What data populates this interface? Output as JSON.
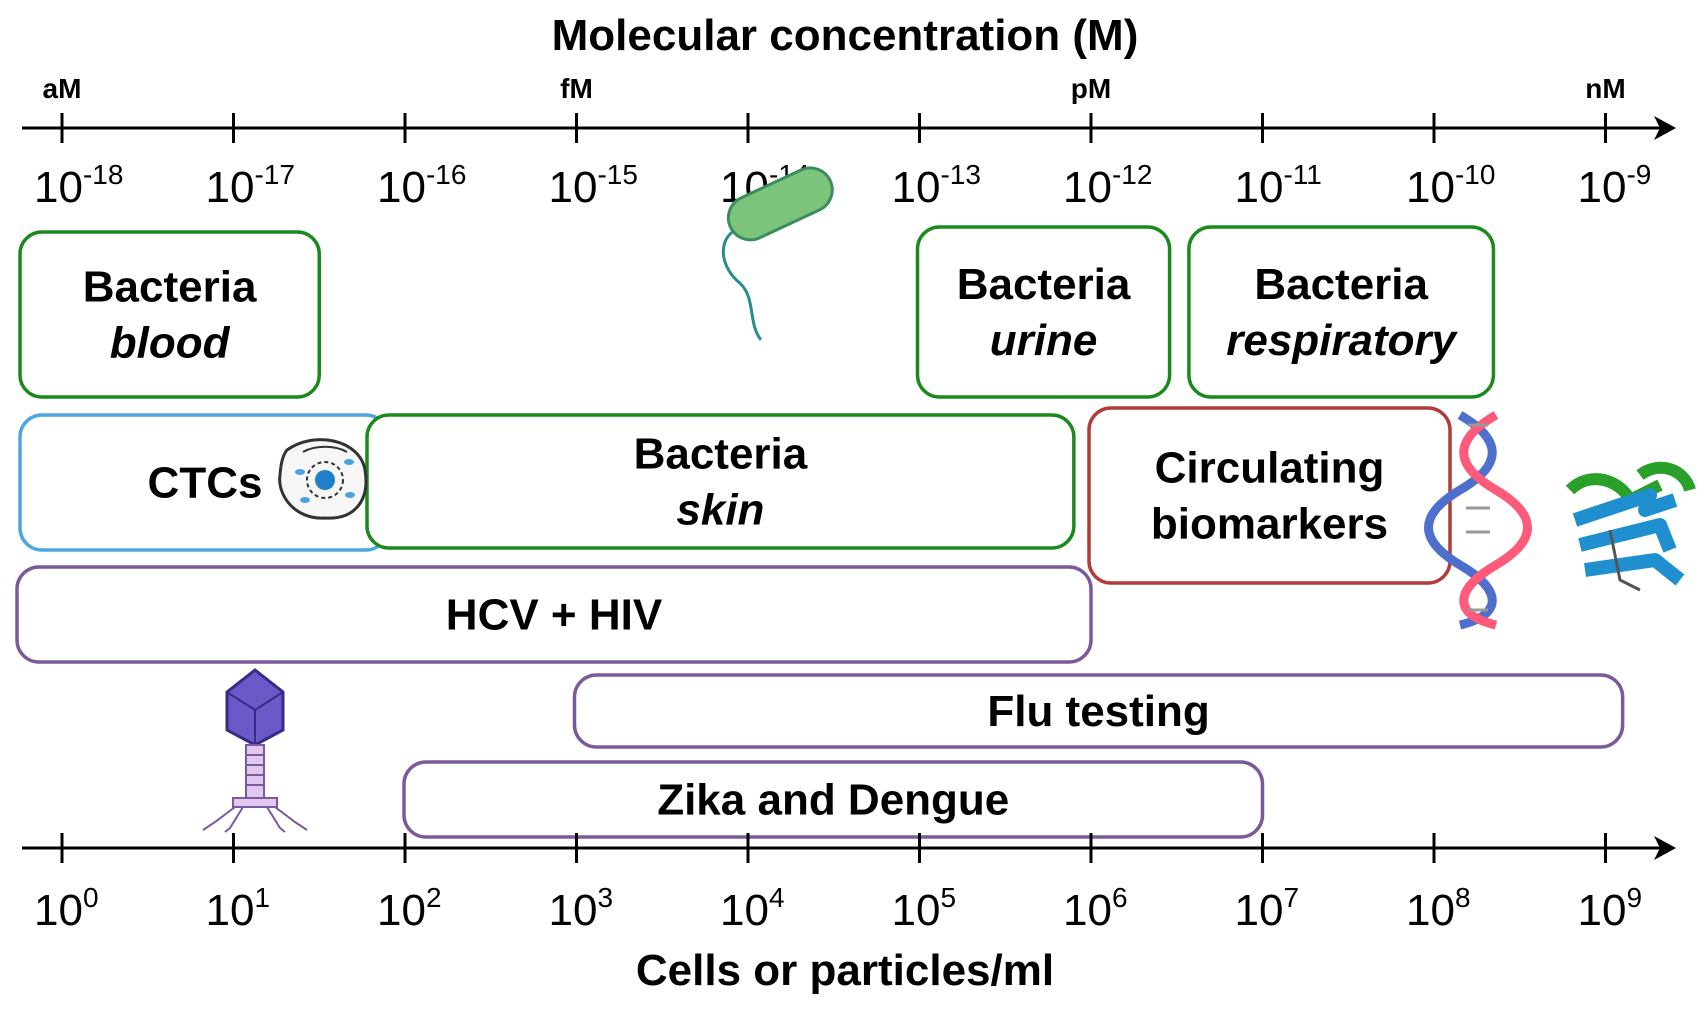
{
  "top_axis": {
    "title": "Molecular concentration (M)",
    "unit_labels": [
      {
        "text": "aM",
        "exponent": -18
      },
      {
        "text": "fM",
        "exponent": -15
      },
      {
        "text": "pM",
        "exponent": -12
      },
      {
        "text": "nM",
        "exponent": -9
      }
    ],
    "exponents": [
      -18,
      -17,
      -16,
      -15,
      -14,
      -13,
      -12,
      -11,
      -10,
      -9
    ]
  },
  "bottom_axis": {
    "title": "Cells or particles/ml",
    "exponents": [
      0,
      1,
      2,
      3,
      4,
      5,
      6,
      7,
      8,
      9
    ]
  },
  "tick_base": "10",
  "ranges": [
    {
      "id": "bacteria-blood",
      "lines": [
        "Bacteria",
        "blood"
      ],
      "italic_line": 1,
      "from": 0,
      "to": 1.5,
      "color": "#1a8a1a"
    },
    {
      "id": "bacteria-urine",
      "lines": [
        "Bacteria",
        "urine"
      ],
      "italic_line": 1,
      "from": 5,
      "to": 6.4,
      "color": "#1a8a1a"
    },
    {
      "id": "bacteria-respiratory",
      "lines": [
        "Bacteria",
        "respiratory"
      ],
      "italic_line": 1,
      "from": 6.6,
      "to": 8.3,
      "color": "#1a8a1a"
    },
    {
      "id": "ctcs",
      "lines": [
        "CTCs"
      ],
      "italic_line": -1,
      "from": 0,
      "to": 1.9,
      "color": "#4da6e0"
    },
    {
      "id": "bacteria-skin",
      "lines": [
        "Bacteria",
        "skin"
      ],
      "italic_line": 1,
      "from": 2,
      "to": 5.9,
      "color": "#1a8a1a"
    },
    {
      "id": "circulating-biomarkers",
      "lines": [
        "Circulating",
        "biomarkers"
      ],
      "italic_line": -1,
      "from": 6,
      "to": 8,
      "color": "#b33a3a"
    },
    {
      "id": "hcv-hiv",
      "lines": [
        "HCV + HIV"
      ],
      "italic_line": -1,
      "from": 0,
      "to": 6,
      "color": "#7a5a9a"
    },
    {
      "id": "flu-testing",
      "lines": [
        "Flu testing"
      ],
      "italic_line": -1,
      "from": 3,
      "to": 9.1,
      "color": "#7a5a9a"
    },
    {
      "id": "zika-dengue",
      "lines": [
        "Zika and Dengue"
      ],
      "italic_line": -1,
      "from": 2,
      "to": 7,
      "color": "#7a5a9a"
    }
  ],
  "illustrations": [
    "bacterium-icon",
    "cell-icon",
    "dna-icon",
    "protein-icon",
    "bacteriophage-icon"
  ],
  "colors": {
    "axis": "#000000",
    "bacteria": "#1a8a1a",
    "ctc": "#4da6e0",
    "biomarker": "#b33a3a",
    "virus": "#7a5a9a"
  }
}
